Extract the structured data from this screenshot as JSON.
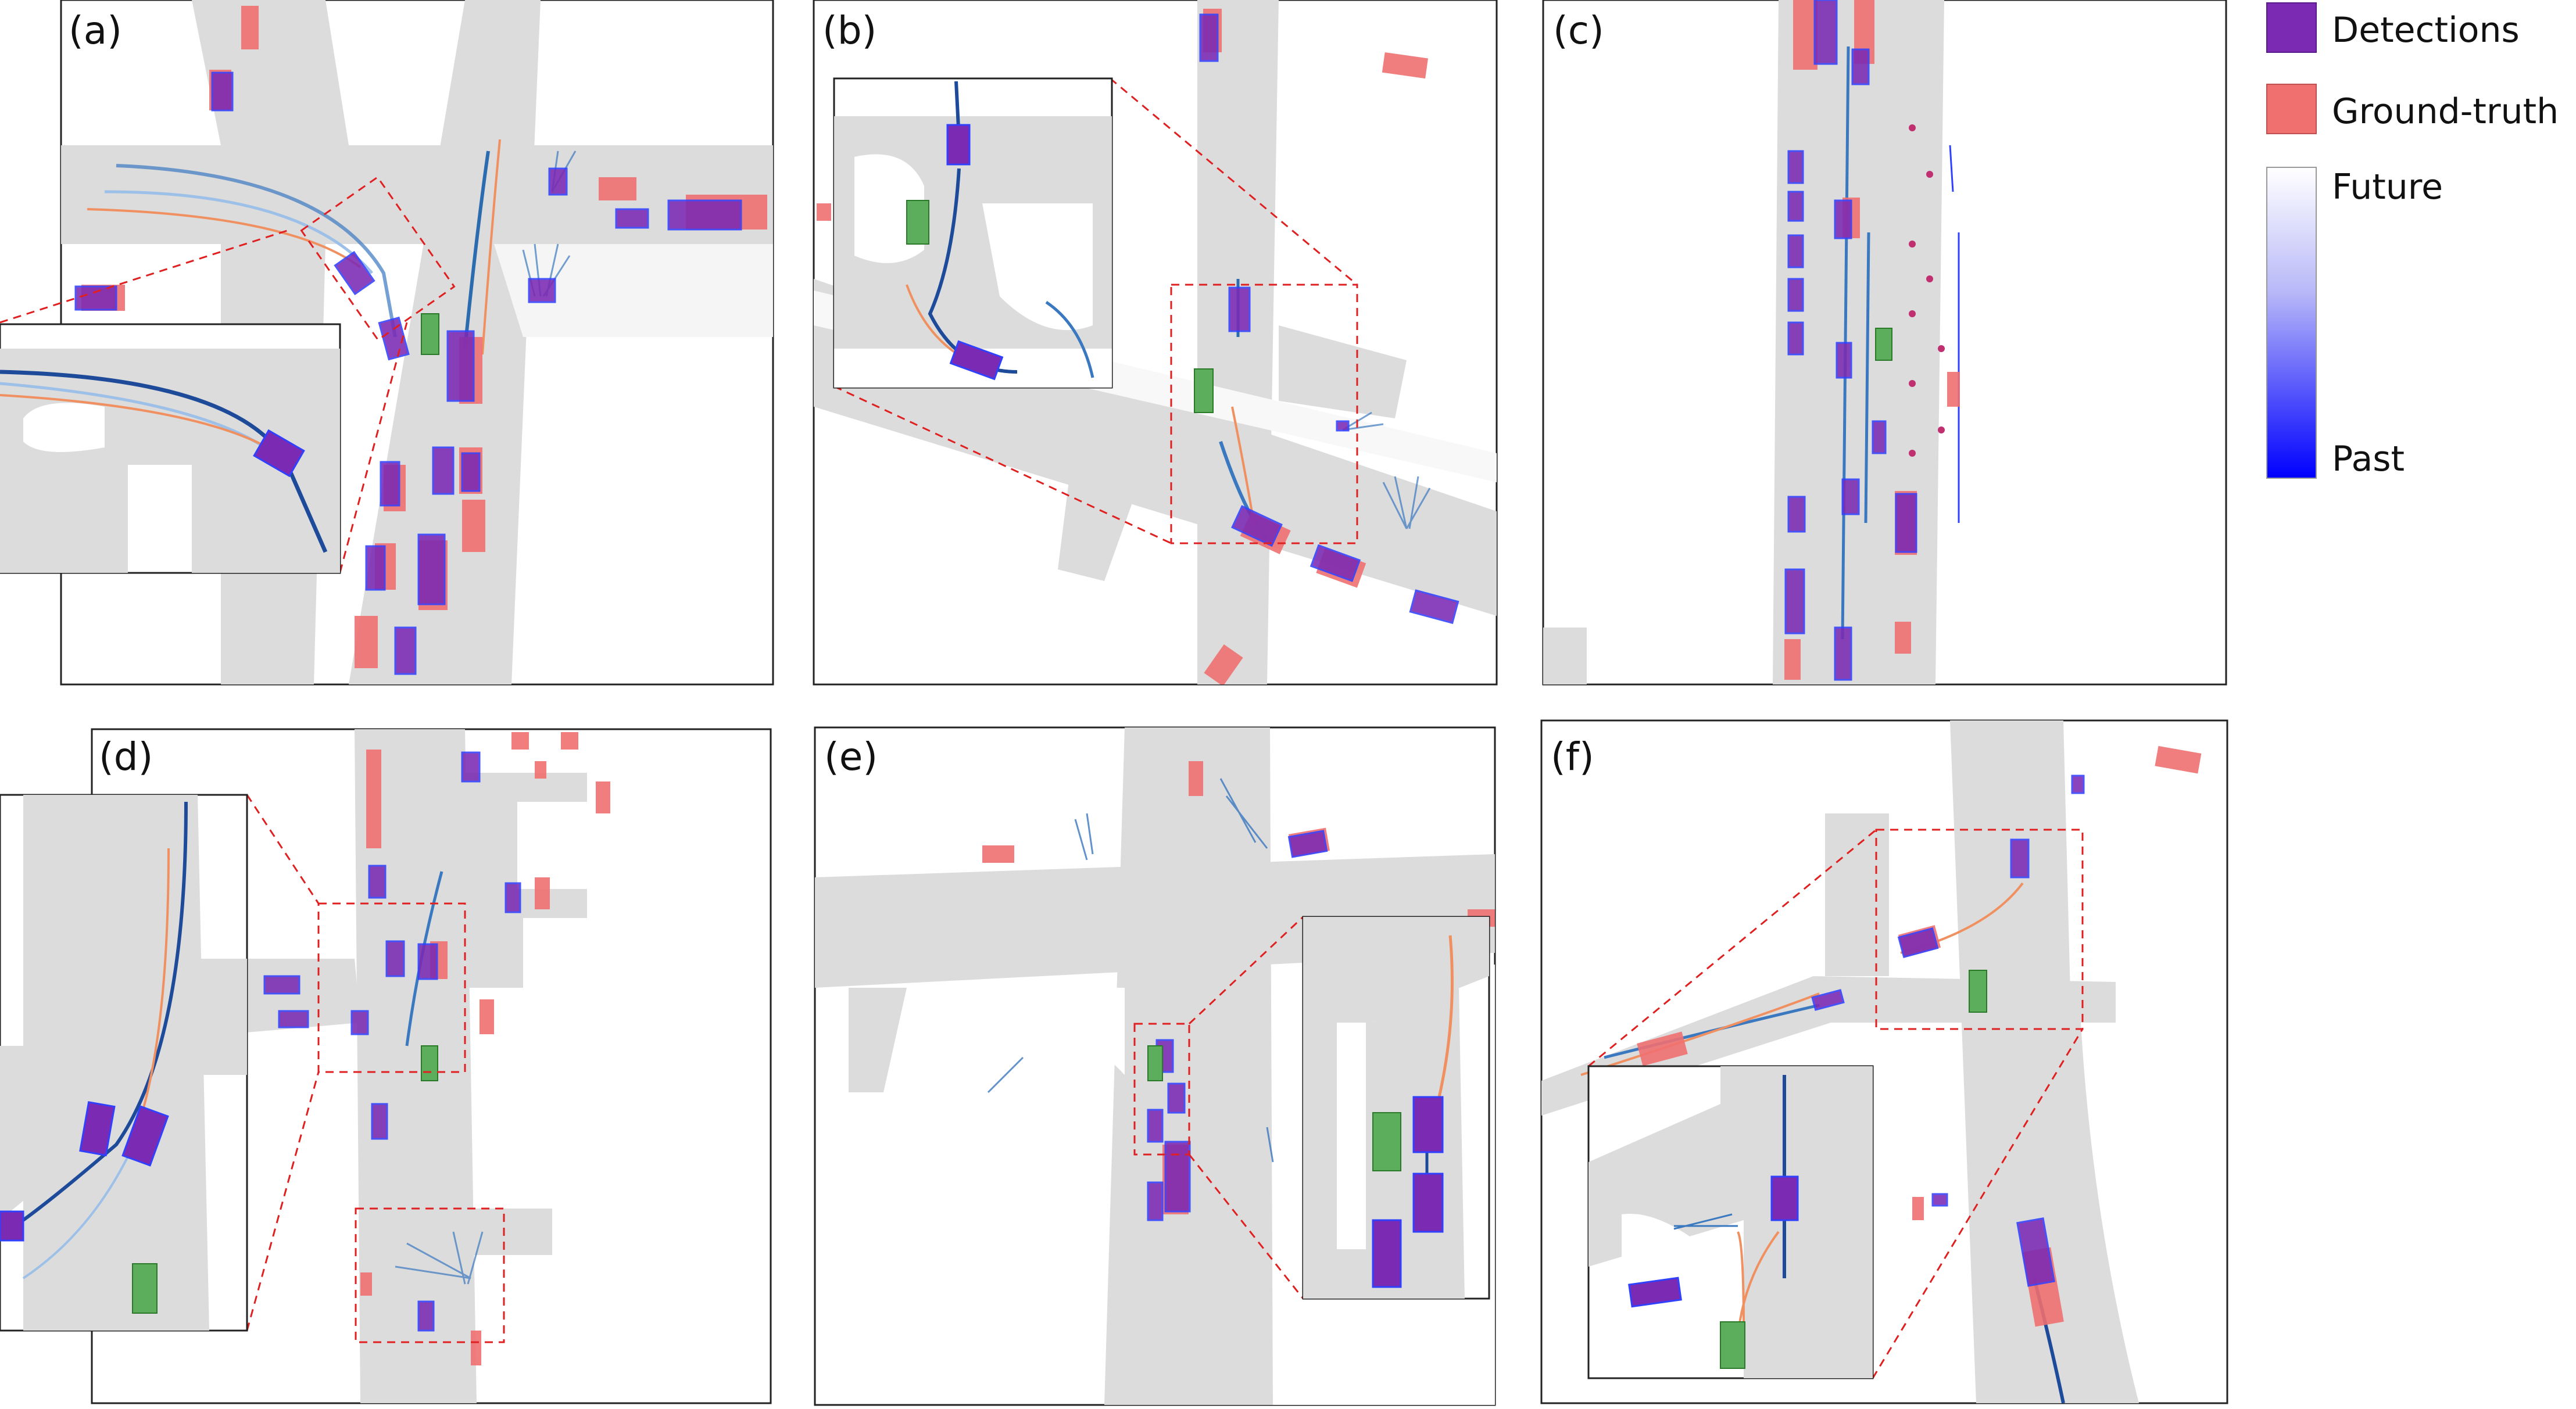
{
  "panels": [
    {
      "label": "(a)"
    },
    {
      "label": "(b)"
    },
    {
      "label": "(c)"
    },
    {
      "label": "(d)"
    },
    {
      "label": "(e)"
    },
    {
      "label": "(f)"
    }
  ],
  "legend": {
    "detections": "Detections",
    "ground_truth": "Ground-truth",
    "future": "Future",
    "past": "Past"
  },
  "colors": {
    "detection": "#7a2ab3",
    "ground_truth": "#f07070",
    "ego": "#5cae5c",
    "road": "#dcdcdc",
    "zoom_line": "#e02020",
    "trajectory_future": "#ffffff",
    "trajectory_past": "#0000ff",
    "gt_trajectory": "#f5a050"
  }
}
